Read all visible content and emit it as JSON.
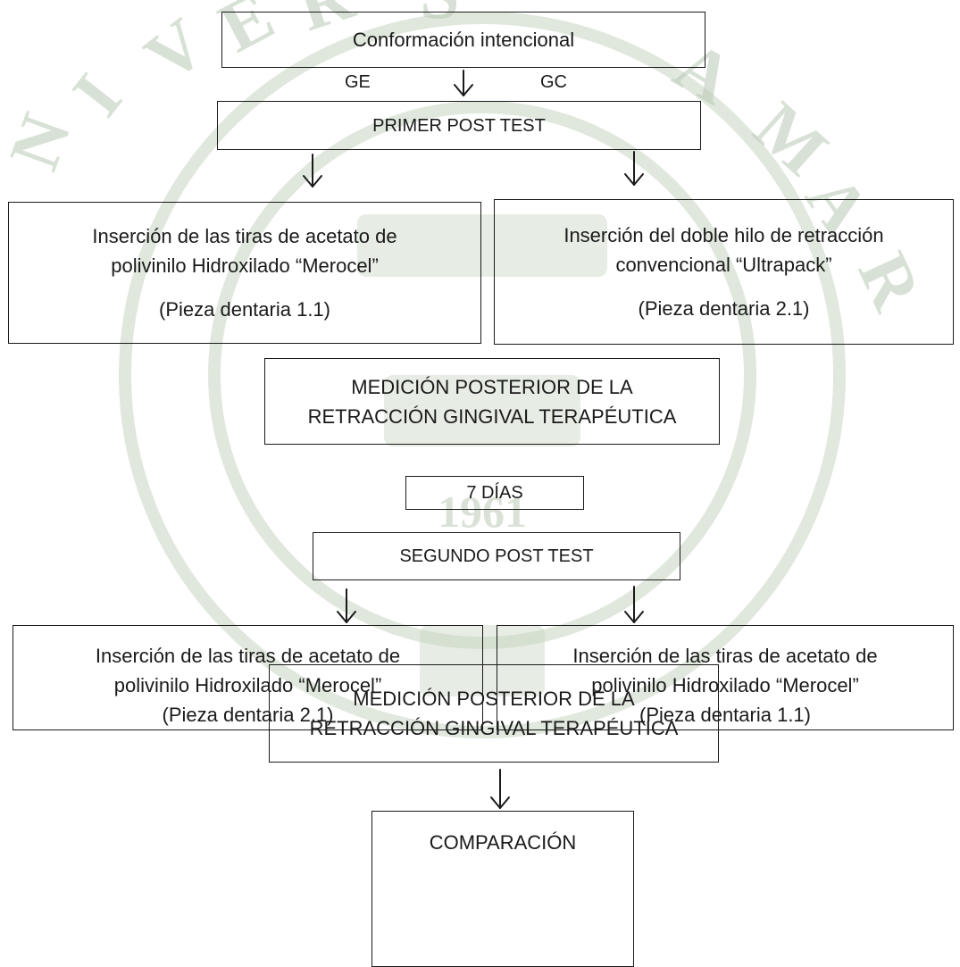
{
  "watermark": {
    "colors": {
      "fill": "#b9c9b4"
    },
    "letters": [
      "N",
      "I",
      "V",
      "E",
      "R",
      "S",
      "A",
      "M",
      "A",
      "R"
    ],
    "year": "1961"
  },
  "nodes": {
    "conformacion": "Conformación intencional",
    "group_ge": "GE",
    "group_gc": "GC",
    "primer_post_test": "PRIMER POST TEST",
    "left1": {
      "line1": "Inserción de las tiras de acetato de",
      "line2": "polivinilo Hidroxilado “Merocel”",
      "piece": "(Pieza dentaria 1.1)"
    },
    "right1": {
      "line1": "Inserción del doble hilo de retracción",
      "line2": "convencional “Ultrapack”",
      "piece": "(Pieza dentaria 2.1)"
    },
    "medicion1": {
      "line1": "MEDICIÓN POSTERIOR DE LA",
      "line2": "RETRACCIÓN GINGIVAL TERAPÉUTICA"
    },
    "siete_dias": "7 DÍAS",
    "segundo_post_test": "SEGUNDO POST TEST",
    "left2": {
      "line1": "Inserción de las tiras de acetato de",
      "line2": "polivinilo Hidroxilado “Merocel”",
      "piece": "(Pieza dentaria 2.1)"
    },
    "right2": {
      "line1": "Inserción de las tiras de acetato de",
      "line2": "polivinilo Hidroxilado “Merocel”",
      "piece": "(Pieza dentaria 1.1)"
    },
    "medicion2": {
      "line1": "MEDICIÓN POSTERIOR DE LA",
      "line2": "RETRACCIÓN GINGIVAL TERAPÉUTICA"
    },
    "comparacion": "COMPARACIÓN"
  },
  "colors": {
    "stroke": "#1a1a1a"
  }
}
